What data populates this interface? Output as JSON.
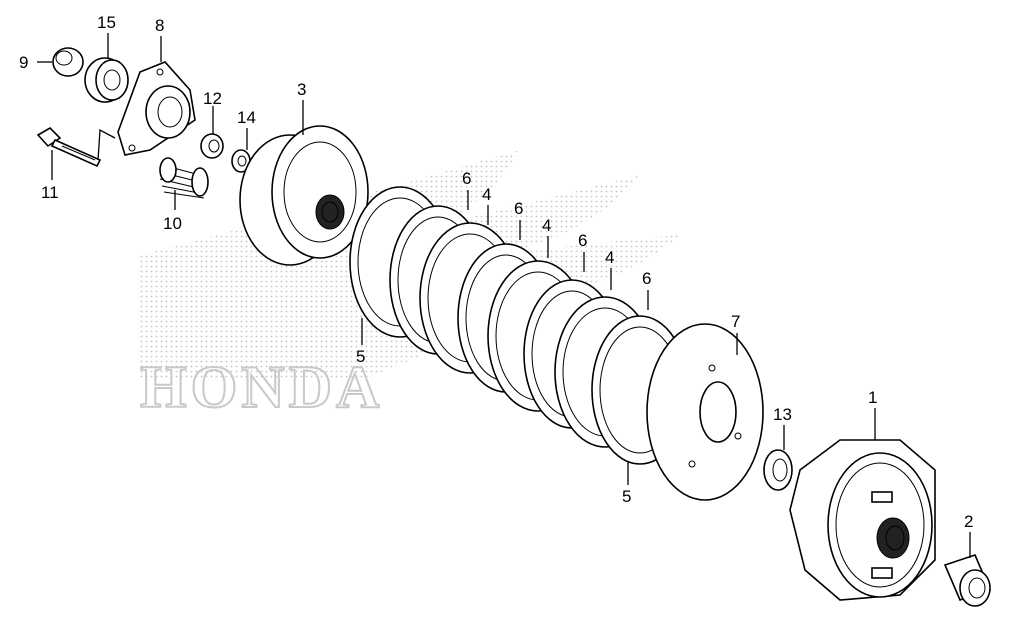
{
  "watermark": {
    "brand": "HONDA"
  },
  "callouts": [
    {
      "id": "c1",
      "label": "1"
    },
    {
      "id": "c2",
      "label": "2"
    },
    {
      "id": "c3",
      "label": "3"
    },
    {
      "id": "c4a",
      "label": "4"
    },
    {
      "id": "c4b",
      "label": "4"
    },
    {
      "id": "c4c",
      "label": "4"
    },
    {
      "id": "c5a",
      "label": "5"
    },
    {
      "id": "c5b",
      "label": "5"
    },
    {
      "id": "c6a",
      "label": "6"
    },
    {
      "id": "c6b",
      "label": "6"
    },
    {
      "id": "c6c",
      "label": "6"
    },
    {
      "id": "c6d",
      "label": "6"
    },
    {
      "id": "c7",
      "label": "7"
    },
    {
      "id": "c8",
      "label": "8"
    },
    {
      "id": "c9",
      "label": "9"
    },
    {
      "id": "c10",
      "label": "10"
    },
    {
      "id": "c11",
      "label": "11"
    },
    {
      "id": "c12",
      "label": "12"
    },
    {
      "id": "c13",
      "label": "13"
    },
    {
      "id": "c14",
      "label": "14"
    },
    {
      "id": "c15",
      "label": "15"
    }
  ]
}
